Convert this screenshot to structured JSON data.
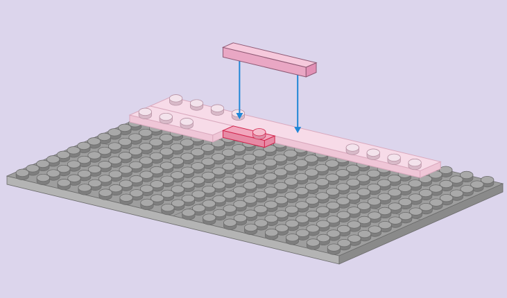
{
  "scene": {
    "description_visible_text": "",
    "colors": {
      "background": "#dcd5ec",
      "baseplate_top": "#9e9e9e",
      "baseplate_side": "#8a8a8a",
      "baseplate_front": "#b4b4b4",
      "stud_top": "#a9a9a9",
      "stud_side": "#7e7e7e",
      "stud_outline": "#6a6a6a",
      "plate_pink_top": "#f7dbe8",
      "plate_pink_side": "#efc6d7",
      "plate_pink_outline": "#d9a8bd",
      "highlight_red_top": "#f2a6bd",
      "highlight_red_side": "#e78aa5",
      "highlight_red_outline": "#d0224a",
      "falling_tile_top": "#f6c9dc",
      "falling_tile_side": "#e9a7c4",
      "falling_tile_outline": "#8d5873",
      "arrow": "#1f86d6"
    },
    "baseplate": {
      "studs_per_side": 16,
      "halves": 2
    },
    "arrows": 2
  }
}
